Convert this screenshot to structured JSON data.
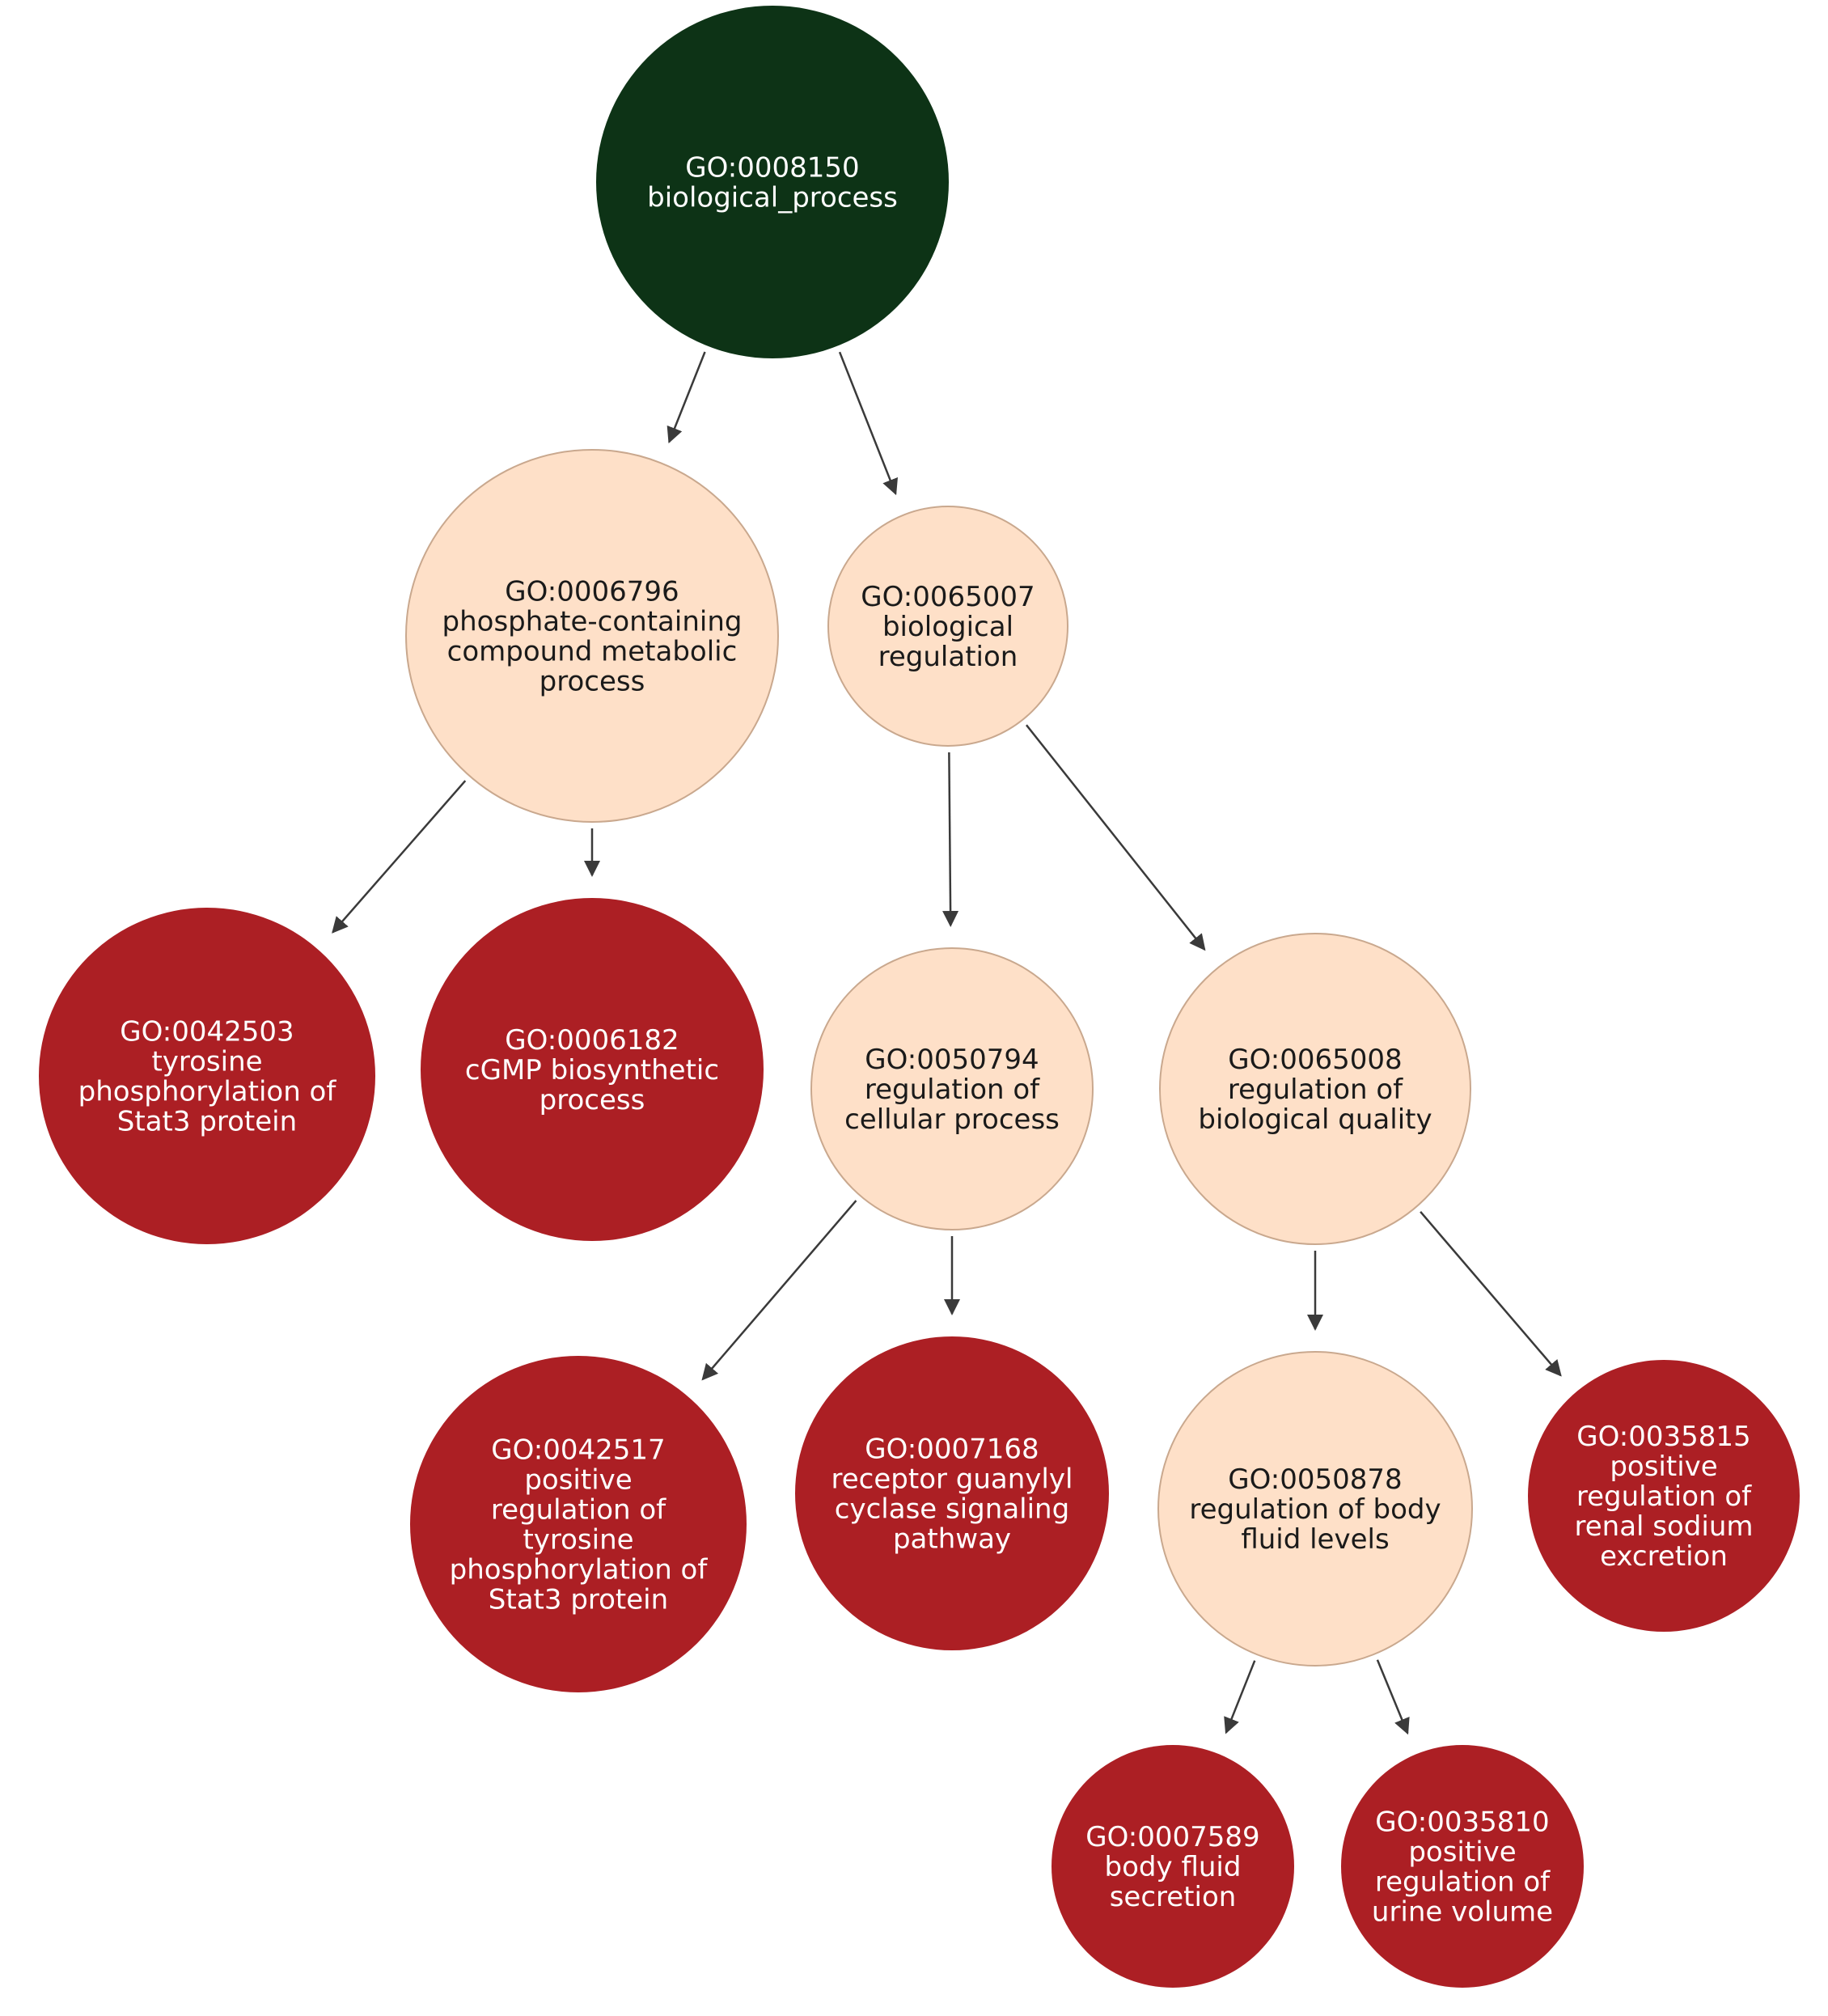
{
  "colors": {
    "root": "#0d3316",
    "intermediate": "#fee0c8",
    "enriched": "#ac1f24",
    "edge": "#3a3a3a",
    "text_dark": "#1a1a1a",
    "text_light": "#ffffff"
  },
  "nodes": [
    {
      "id": "GO:0008150",
      "lines": [
        "GO:0008150",
        "biological_process"
      ],
      "style": "root"
    },
    {
      "id": "GO:0006796",
      "lines": [
        "GO:0006796",
        "phosphate-containing",
        "compound metabolic",
        "process"
      ],
      "style": "intermediate"
    },
    {
      "id": "GO:0065007",
      "lines": [
        "GO:0065007",
        "biological",
        "regulation"
      ],
      "style": "intermediate"
    },
    {
      "id": "GO:0042503",
      "lines": [
        "GO:0042503",
        "tyrosine",
        "phosphorylation of",
        "Stat3 protein"
      ],
      "style": "enriched"
    },
    {
      "id": "GO:0006182",
      "lines": [
        "GO:0006182",
        "cGMP biosynthetic",
        "process"
      ],
      "style": "enriched"
    },
    {
      "id": "GO:0050794",
      "lines": [
        "GO:0050794",
        "regulation of",
        "cellular process"
      ],
      "style": "intermediate"
    },
    {
      "id": "GO:0065008",
      "lines": [
        "GO:0065008",
        "regulation of",
        "biological quality"
      ],
      "style": "intermediate"
    },
    {
      "id": "GO:0042517",
      "lines": [
        "GO:0042517",
        "positive",
        "regulation of",
        "tyrosine",
        "phosphorylation of",
        "Stat3 protein"
      ],
      "style": "enriched"
    },
    {
      "id": "GO:0007168",
      "lines": [
        "GO:0007168",
        "receptor guanylyl",
        "cyclase signaling",
        "pathway"
      ],
      "style": "enriched"
    },
    {
      "id": "GO:0050878",
      "lines": [
        "GO:0050878",
        "regulation of body",
        "fluid levels"
      ],
      "style": "intermediate"
    },
    {
      "id": "GO:0035815",
      "lines": [
        "GO:0035815",
        "positive",
        "regulation of",
        "renal sodium",
        "excretion"
      ],
      "style": "enriched"
    },
    {
      "id": "GO:0007589",
      "lines": [
        "GO:0007589",
        "body fluid",
        "secretion"
      ],
      "style": "enriched"
    },
    {
      "id": "GO:0035810",
      "lines": [
        "GO:0035810",
        "positive",
        "regulation of",
        "urine volume"
      ],
      "style": "enriched"
    }
  ],
  "edges": [
    [
      "GO:0008150",
      "GO:0006796"
    ],
    [
      "GO:0008150",
      "GO:0065007"
    ],
    [
      "GO:0006796",
      "GO:0042503"
    ],
    [
      "GO:0006796",
      "GO:0006182"
    ],
    [
      "GO:0065007",
      "GO:0050794"
    ],
    [
      "GO:0065007",
      "GO:0065008"
    ],
    [
      "GO:0050794",
      "GO:0042517"
    ],
    [
      "GO:0050794",
      "GO:0007168"
    ],
    [
      "GO:0065008",
      "GO:0050878"
    ],
    [
      "GO:0065008",
      "GO:0035815"
    ],
    [
      "GO:0050878",
      "GO:0007589"
    ],
    [
      "GO:0050878",
      "GO:0035810"
    ]
  ]
}
